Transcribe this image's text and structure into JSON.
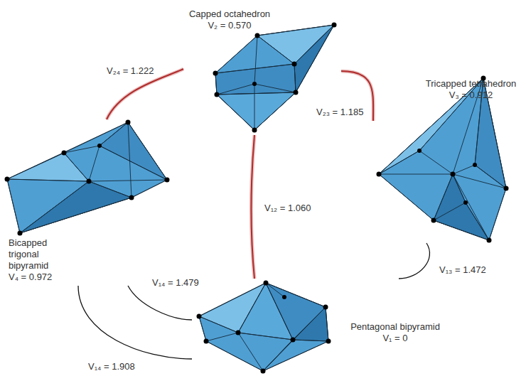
{
  "diagram": {
    "nodes": [
      {
        "text": [
          "Capped octahedron",
          "V₂ = 0.570"
        ]
      },
      {
        "text": [
          "Tricapped tetrahedron",
          "V₃ = 0.912"
        ]
      },
      {
        "text": [
          "Bicapped trigonal bipyramid",
          "V₄ = 0.972"
        ]
      },
      {
        "text": [
          "Pentagonal bipyramid",
          "V₁ = 0"
        ]
      }
    ],
    "edges": [
      {
        "from": 0,
        "to": 2,
        "label": "V₂₄ = 1.222",
        "arrow": "none"
      },
      {
        "from": 0,
        "to": 1,
        "label": "V₂₃ = 1.185",
        "arrow": "none"
      },
      {
        "from": 0,
        "to": 3,
        "label": "V₁₂ = 1.060",
        "arrow": "none"
      },
      {
        "from": 1,
        "to": 3,
        "label": "V₁₃ = 1.472",
        "arrow": "none"
      },
      {
        "from": 2,
        "to": 3,
        "label": "V₁₄ = 1.479",
        "arrow": "none"
      },
      {
        "from": 2,
        "to": 3,
        "label": "V₁₄ = 1.908",
        "arrow": "none"
      }
    ]
  }
}
